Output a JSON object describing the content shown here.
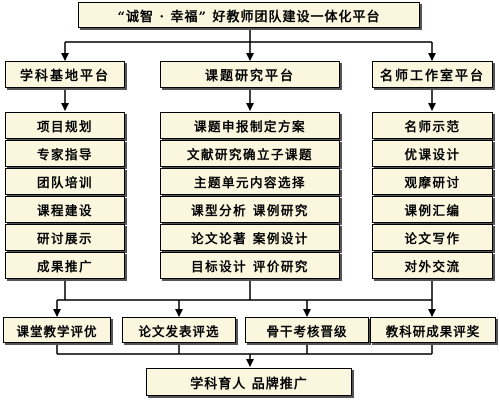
{
  "title": "“诚智 · 幸福” 好教师团队建设一体化平台",
  "platforms": [
    {
      "header": "学科基地平台",
      "items": [
        "项目规划",
        "专家指导",
        "团队培训",
        "课程建设",
        "研讨展示",
        "成果推广"
      ]
    },
    {
      "header": "课题研究平台",
      "items": [
        "课题申报制定方案",
        "文献研究确立子课题",
        "主题单元内容选择",
        "课型分析 课例研究",
        "论文论著 案例设计",
        "目标设计 评价研究"
      ]
    },
    {
      "header": "名师工作室平台",
      "items": [
        "名师示范",
        "优课设计",
        "观摩研讨",
        "课例汇编",
        "论文写作",
        "对外交流"
      ]
    }
  ],
  "outcomes": [
    "课堂教学评优",
    "论文发表评选",
    "骨干考核晋级",
    "教科研成果评奖"
  ],
  "final": "学科育人 品牌推广"
}
